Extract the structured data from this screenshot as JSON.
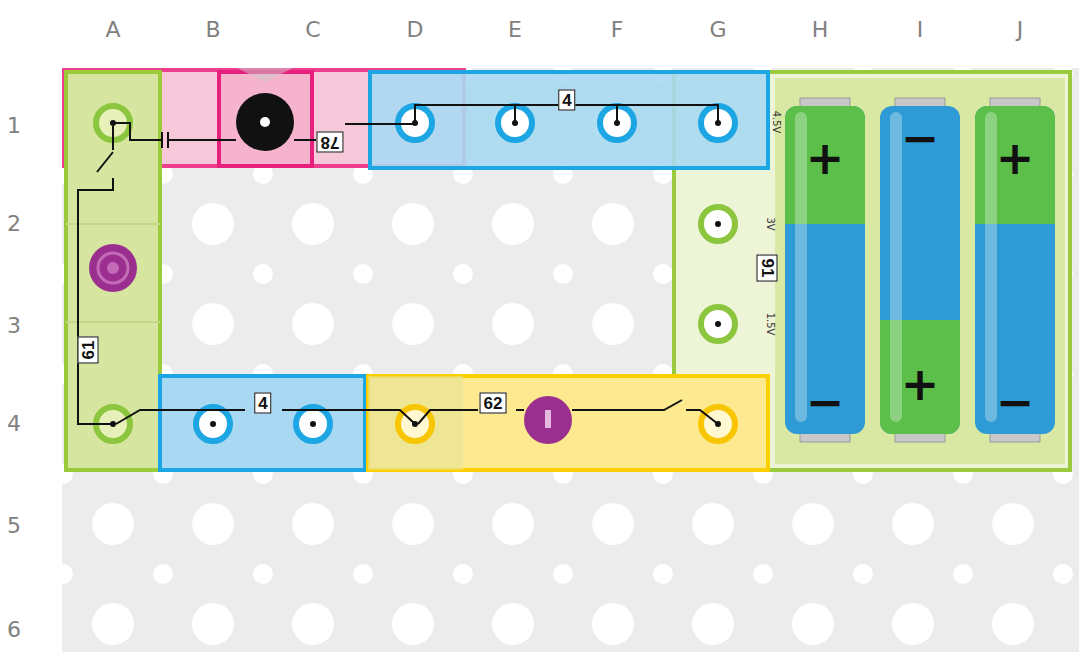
{
  "diagram": {
    "nodes": [
      {
        "text": [
          "78"
        ]
      },
      {
        "text": [
          "4"
        ]
      },
      {
        "text": [
          "61"
        ]
      },
      {
        "text": [
          "4"
        ]
      },
      {
        "text": [
          "62"
        ]
      },
      {
        "text": [
          "4.5V",
          "3V",
          "91",
          "1.5V"
        ]
      }
    ],
    "labels": [
      "A",
      "B",
      "C",
      "D",
      "E",
      "F",
      "G",
      "H",
      "I",
      "J",
      "1",
      "2",
      "3",
      "4",
      "5",
      "6",
      "+",
      "−",
      "+",
      "−",
      "+",
      "−"
    ]
  }
}
